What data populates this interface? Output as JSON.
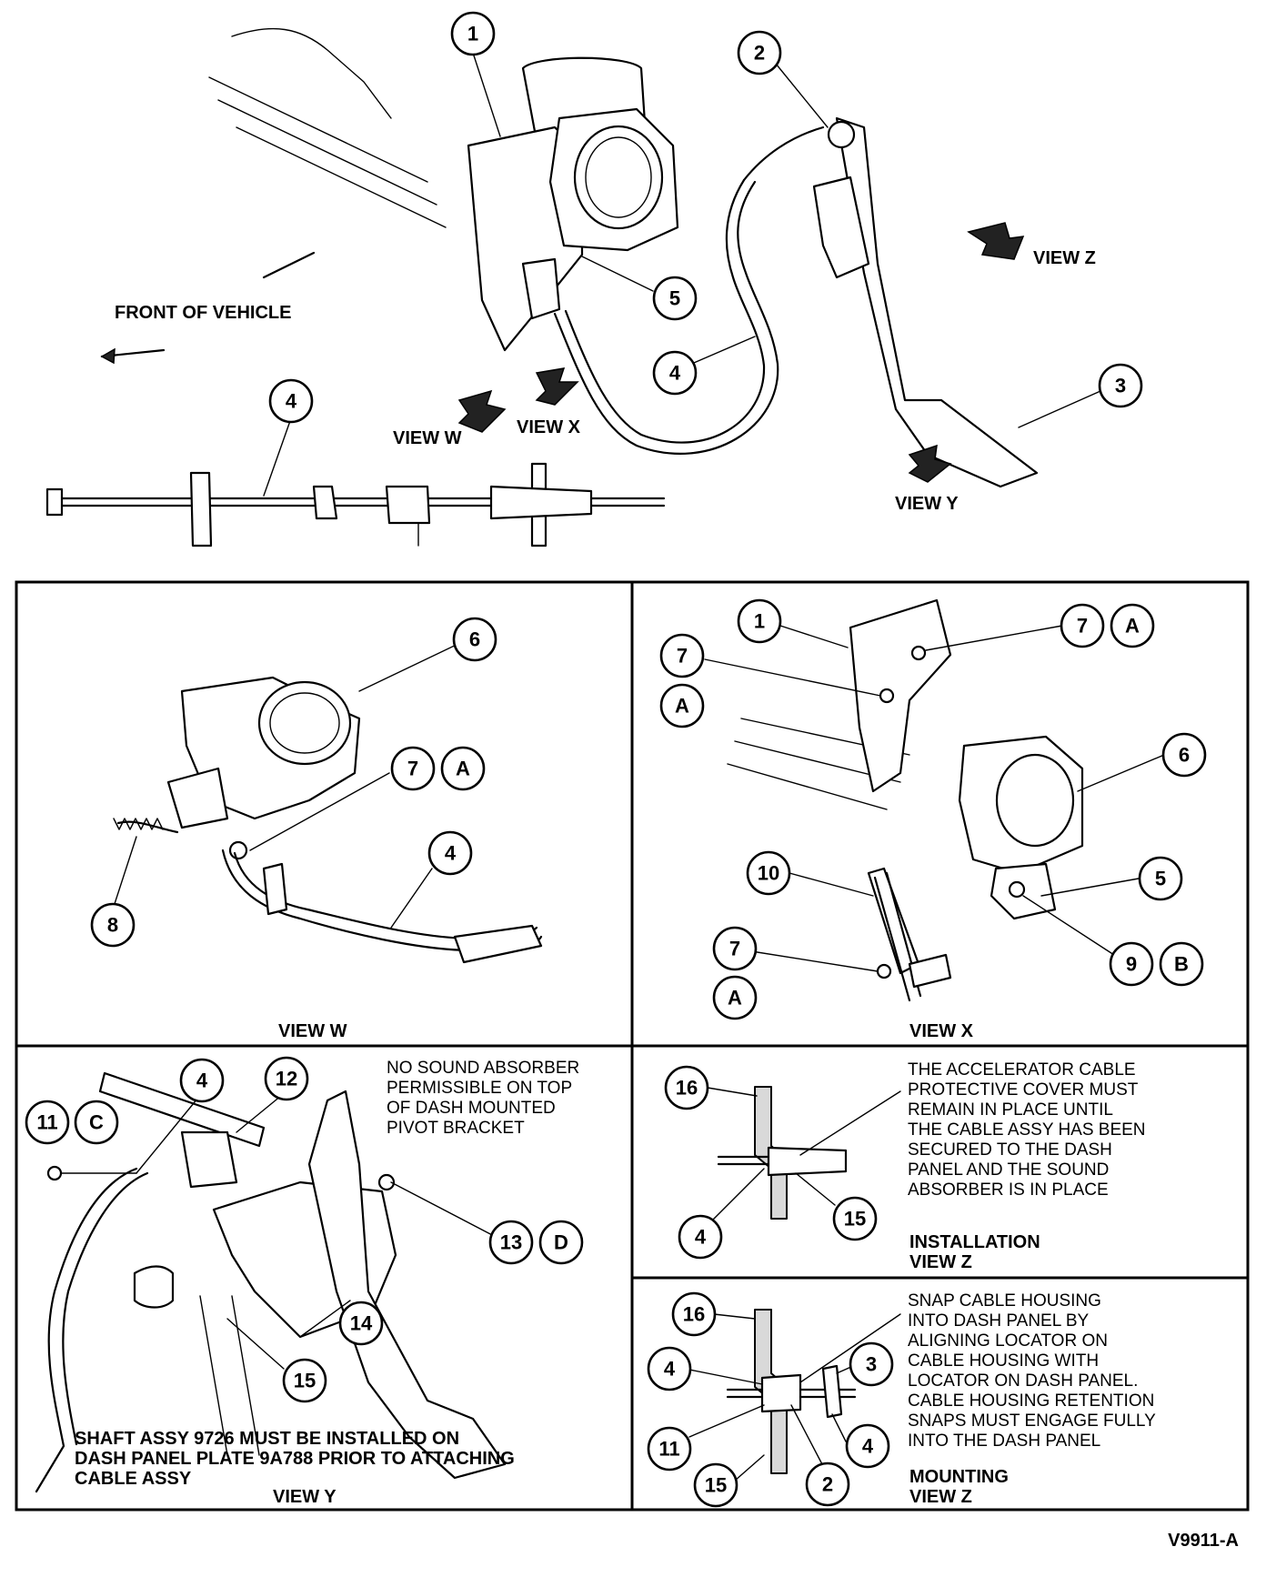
{
  "figure_id": "V9911-A",
  "main_view": {
    "front_label": "FRONT OF VEHICLE",
    "view_arrows": [
      "VIEW W",
      "VIEW X",
      "VIEW Y",
      "VIEW Z"
    ],
    "callouts": [
      "1",
      "2",
      "3",
      "4",
      "4",
      "5"
    ]
  },
  "view_w": {
    "title": "VIEW W",
    "callouts": [
      "6",
      "7",
      "A",
      "4",
      "8"
    ]
  },
  "view_x": {
    "title": "VIEW X",
    "callouts": [
      "1",
      "7",
      "A",
      "7",
      "A",
      "6",
      "10",
      "5",
      "7",
      "A",
      "9",
      "B"
    ]
  },
  "view_y": {
    "title": "VIEW Y",
    "note_top": [
      "NO SOUND ABSORBER",
      "PERMISSIBLE ON TOP",
      "OF DASH MOUNTED",
      "PIVOT BRACKET"
    ],
    "note_bottom": [
      "SHAFT ASSY 9726 MUST BE INSTALLED ON",
      "DASH PANEL PLATE 9A788 PRIOR TO ATTACHING",
      "CABLE ASSY"
    ],
    "callouts": [
      "4",
      "12",
      "11",
      "C",
      "13",
      "D",
      "14",
      "15"
    ]
  },
  "installation_view_z": {
    "title": [
      "INSTALLATION",
      "VIEW Z"
    ],
    "note": [
      "THE ACCELERATOR CABLE",
      "PROTECTIVE COVER MUST",
      "REMAIN IN PLACE UNTIL",
      "THE CABLE ASSY HAS BEEN",
      "SECURED TO THE DASH",
      "PANEL AND THE SOUND",
      "ABSORBER IS IN PLACE"
    ],
    "callouts": [
      "16",
      "4",
      "15"
    ]
  },
  "mounting_view_z": {
    "title": [
      "MOUNTING",
      "VIEW Z"
    ],
    "note": [
      "SNAP CABLE HOUSING",
      "INTO DASH PANEL BY",
      "ALIGNING LOCATOR ON",
      "CABLE HOUSING WITH",
      "LOCATOR ON DASH PANEL.",
      "CABLE HOUSING RETENTION",
      "SNAPS MUST ENGAGE FULLY",
      "INTO THE DASH PANEL"
    ],
    "callouts": [
      "16",
      "4",
      "3",
      "11",
      "4",
      "15",
      "2"
    ]
  }
}
